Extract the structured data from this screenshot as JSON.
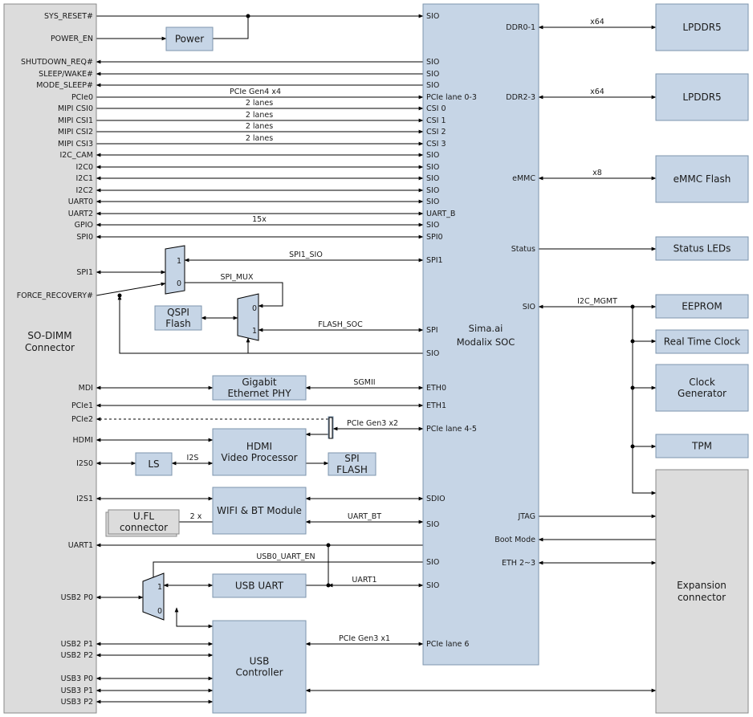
{
  "soc": {
    "line1": "Sima.ai",
    "line2": "Modalix SOC"
  },
  "sodimm": {
    "line1": "SO-DIMM",
    "line2": "Connector"
  },
  "expansion": {
    "line1": "Expansion",
    "line2": "connector"
  },
  "left_signals": [
    "SYS_RESET#",
    "POWER_EN",
    "SHUTDOWN_REQ#",
    "SLEEP/WAKE#",
    "MODE_SLEEP#",
    "PCIe0",
    "MIPI CSI0",
    "MIPI CSI1",
    "MIPI CSI2",
    "MIPI CSI3",
    "I2C_CAM",
    "I2C0",
    "I2C1",
    "I2C2",
    "UART0",
    "UART2",
    "GPIO",
    "SPI0",
    "SPI1",
    "FORCE_RECOVERY#",
    "MDI",
    "PCIe1",
    "PCIe2",
    "HDMI",
    "I2S0",
    "I2S1",
    "UART1",
    "USB2 P0",
    "USB2 P1",
    "USB2 P2",
    "USB3 P0",
    "USB3 P1",
    "USB3 P2"
  ],
  "soc_left_ports": [
    "SIO",
    "SIO",
    "SIO",
    "SIO",
    "PCIe lane 0-3",
    "CSI 0",
    "CSI 1",
    "CSI 2",
    "CSI 3",
    "SIO",
    "SIO",
    "SIO",
    "SIO",
    "SIO",
    "UART_B",
    "SIO",
    "SPI0",
    "SPI1",
    "SPI",
    "SIO",
    "ETH0",
    "ETH1",
    "PCIe lane 4-5",
    "SDIO",
    "SIO",
    "SIO",
    "SIO",
    "PCIe lane 6"
  ],
  "soc_right_ports": [
    "DDR0-1",
    "DDR2-3",
    "eMMC",
    "Status",
    "SIO",
    "JTAG",
    "Boot Mode",
    "ETH 2~3"
  ],
  "bus_labels": {
    "pcie0": "PCIe Gen4 x4",
    "csi": "2 lanes",
    "gpio": "15x",
    "spi1_sio": "SPI1_SIO",
    "spi_mux": "SPI_MUX",
    "flash_soc": "FLASH_SOC",
    "sgmii": "SGMII",
    "pcie_gen3_x2": "PCIe Gen3 x2",
    "i2s": "I2S",
    "ufl": "2 x",
    "uart_bt": "UART_BT",
    "usb0_uart_en": "USB0_UART_EN",
    "uart1": "UART1",
    "pcie_gen3_x1": "PCIe Gen3 x1",
    "ddr01": "x64",
    "ddr23": "x64",
    "emmc": "x8",
    "i2c_mgmt": "I2C_MGMT"
  },
  "blocks": {
    "power": "Power",
    "qspi": [
      "QSPI",
      "Flash"
    ],
    "phy": [
      "Gigabit",
      "Ethernet PHY"
    ],
    "hdmi": [
      "HDMI",
      "Video Processor"
    ],
    "ls": "LS",
    "spi_flash": [
      "SPI",
      "FLASH"
    ],
    "wifi": "WIFI & BT Module",
    "ufl": [
      "U.FL",
      "connector"
    ],
    "usb_uart": "USB UART",
    "usb_ctrl": [
      "USB",
      "Controller"
    ],
    "lpddr5_a": "LPDDR5",
    "lpddr5_b": "LPDDR5",
    "emmc_flash": "eMMC Flash",
    "status_leds": "Status LEDs",
    "eeprom": "EEPROM",
    "rtc": "Real Time Clock",
    "clock_gen": [
      "Clock",
      "Generator"
    ],
    "tpm": "TPM"
  },
  "mux_labels": {
    "one": "1",
    "zero": "0"
  },
  "colors": {
    "block_fill": "#c6d5e6",
    "connector_fill": "#dcdcdc"
  }
}
